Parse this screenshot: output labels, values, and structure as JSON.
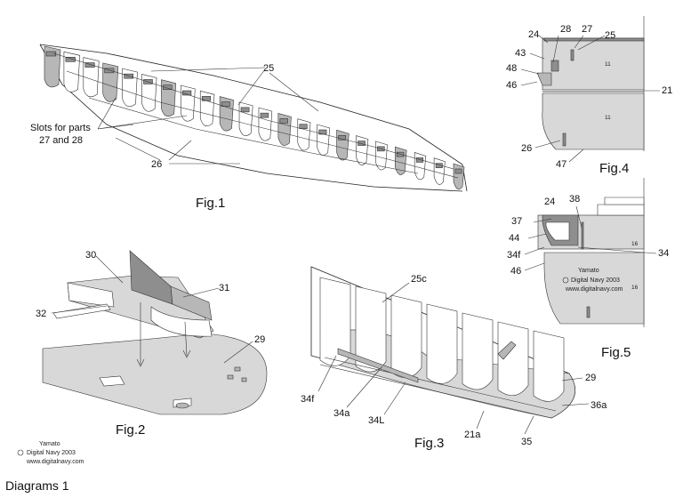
{
  "title": "Diagrams 1",
  "credit_left": {
    "name": "Yamato",
    "line2": "Digital Navy 2003",
    "url": "www.digitalnavy.com"
  },
  "credit_fig5": {
    "name": "Yamato",
    "line2": "Digital Navy 2003",
    "url": "www.digitalnavy.com"
  },
  "fig1": {
    "caption": "Fig.1",
    "labels": {
      "p25": "25",
      "p26": "26",
      "slots_line1": "Slots for parts",
      "slots_line2": "27 and 28"
    }
  },
  "fig2": {
    "caption": "Fig.2",
    "labels": {
      "p30": "30",
      "p31": "31",
      "p32": "32",
      "p29": "29"
    }
  },
  "fig3": {
    "caption": "Fig.3",
    "labels": {
      "p25c": "25c",
      "p29": "29",
      "p36a": "36a",
      "p35": "35",
      "p21a": "21a",
      "p34L": "34L",
      "p34a": "34a",
      "p34f": "34f"
    }
  },
  "fig4": {
    "caption": "Fig.4",
    "labels": {
      "p24": "24",
      "p28": "28",
      "p27": "27",
      "p25": "25",
      "p43": "43",
      "p48": "48",
      "p46": "46",
      "p21": "21",
      "p26": "26",
      "p47": "47",
      "mark_upper": "11",
      "mark_lower": "11"
    }
  },
  "fig5": {
    "caption": "Fig.5",
    "labels": {
      "p24": "24",
      "p38": "38",
      "p37": "37",
      "p44": "44",
      "p34f": "34f",
      "p46": "46",
      "p34": "34",
      "mark_upper": "16",
      "mark_lower": "16"
    }
  }
}
